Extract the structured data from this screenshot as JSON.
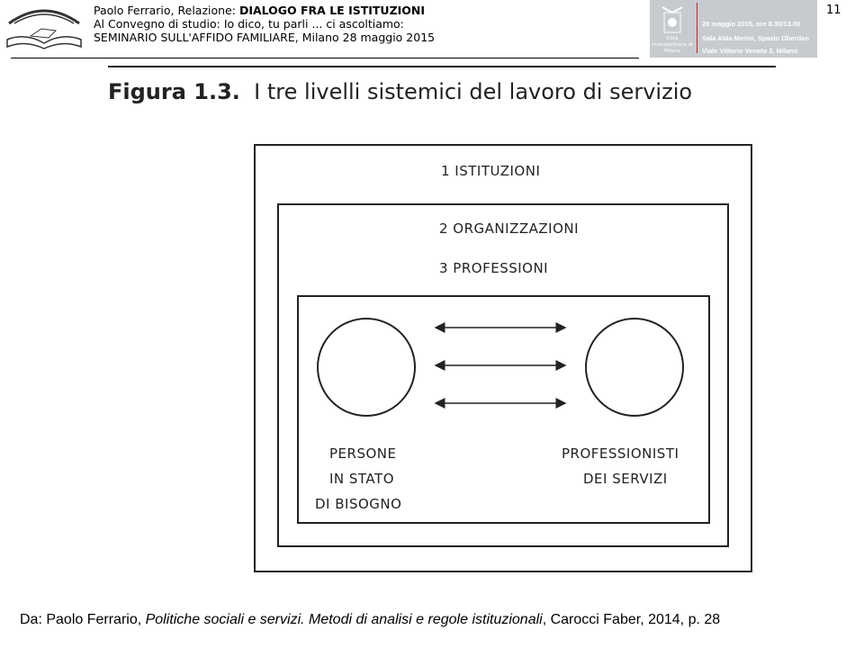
{
  "header": {
    "line1_prefix": "Paolo Ferrario, Relazione: ",
    "line1_bold": "DIALOGO FRA LE ISTITUZIONI",
    "line2": "Al Convegno di studio: Io dico, tu parli ... ci ascoltiamo:",
    "line3": "SEMINARIO SULL'AFFIDO FAMILIARE, Milano 28 maggio 2015",
    "page_number": "11"
  },
  "banner": {
    "date": "28 maggio 2015, ore 8.30/13.00",
    "place": "Sala Alda Merini, Spazio Oberdan",
    "address": "Viale Vittorio Veneto 2, Milano",
    "org": "Città metropolitana di Milano"
  },
  "figure": {
    "label": "Figura 1.3.",
    "title": "I tre livelli sistemici del lavoro di servizio",
    "level1": "1 ISTITUZIONI",
    "level2": "2 ORGANIZZAZIONI",
    "level3": "3 PROFESSIONI",
    "left_lines": [
      "PERSONE",
      "IN STATO",
      "DI BISOGNO"
    ],
    "right_lines": [
      "PROFESSIONISTI",
      "DEI SERVIZI"
    ]
  },
  "caption": {
    "prefix": "Da: Paolo Ferrario, ",
    "italic": "Politiche sociali e servizi. Metodi di analisi e regole istituzionali",
    "suffix": ", Carocci Faber, 2014, p. 28"
  }
}
